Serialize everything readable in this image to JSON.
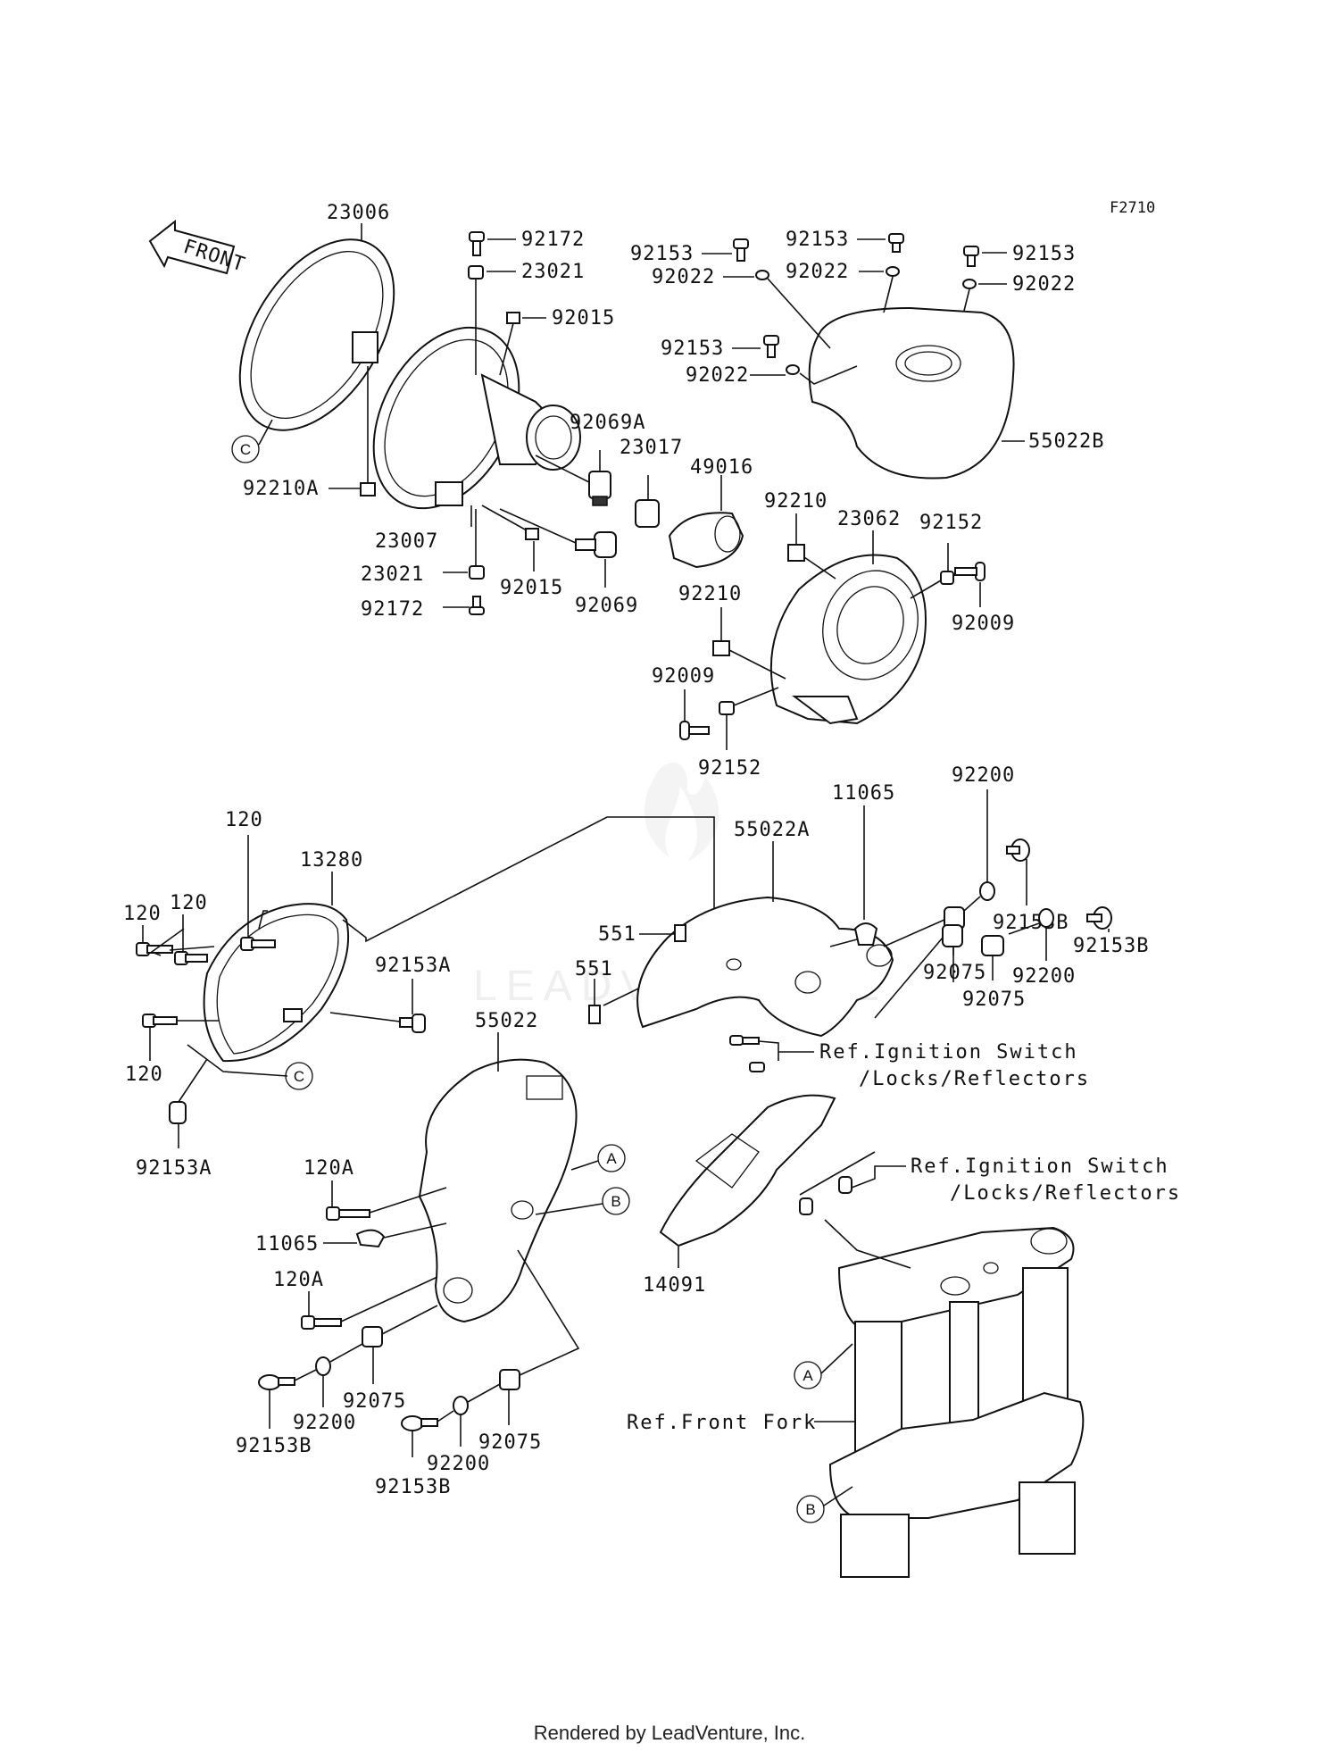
{
  "diagram_code": "F2710",
  "front_label": "FRONT",
  "watermark": "LEADVENTURE",
  "footer": "Rendered by LeadVenture, Inc.",
  "callouts": {
    "c_23006": "23006",
    "c_92210A": "92210A",
    "c_23007": "23007",
    "c_23021a": "23021",
    "c_23021b": "23021",
    "c_92172a": "92172",
    "c_92172b": "92172",
    "c_92015a": "92015",
    "c_92015b": "92015",
    "c_92069A": "92069A",
    "c_92069": "92069",
    "c_23017": "23017",
    "c_49016": "49016",
    "c_92210a": "92210",
    "c_92210b": "92210",
    "c_23062": "23062",
    "c_92152a": "92152",
    "c_92152b": "92152",
    "c_92009a": "92009",
    "c_92009b": "92009",
    "c_92153a": "92153",
    "c_92153b": "92153",
    "c_92153c": "92153",
    "c_92153d": "92153",
    "c_92022a": "92022",
    "c_92022b": "92022",
    "c_92022c": "92022",
    "c_92022d": "92022",
    "c_55022B": "55022B",
    "c_120a": "120",
    "c_120b": "120",
    "c_120c": "120",
    "c_120d": "120",
    "c_13280": "13280",
    "c_92153A_a": "92153A",
    "c_92153A_b": "92153A",
    "c_55022": "55022",
    "c_120A_a": "120A",
    "c_120A_b": "120A",
    "c_11065a": "11065",
    "c_11065b": "11065",
    "c_92075a": "92075",
    "c_92075b": "92075",
    "c_92075c": "92075",
    "c_92075d": "92075",
    "c_92200a": "92200",
    "c_92200b": "92200",
    "c_92200c": "92200",
    "c_92200d": "92200",
    "c_92153B_a": "92153B",
    "c_92153B_b": "92153B",
    "c_92153B_c": "92153B",
    "c_92153B_d": "92153B",
    "c_55022A": "55022A",
    "c_551a": "551",
    "c_551b": "551",
    "c_14091": "14091"
  },
  "references": {
    "ign1_line1": "Ref.Ignition Switch",
    "ign1_line2": "/Locks/Reflectors",
    "ign2_line1": "Ref.Ignition Switch",
    "ign2_line2": "/Locks/Reflectors",
    "front_fork": "Ref.Front Fork"
  },
  "markers": {
    "C_top": "C",
    "C_mid": "C",
    "A_mid": "A",
    "B_mid": "B",
    "A_fork": "A",
    "B_fork": "B"
  }
}
